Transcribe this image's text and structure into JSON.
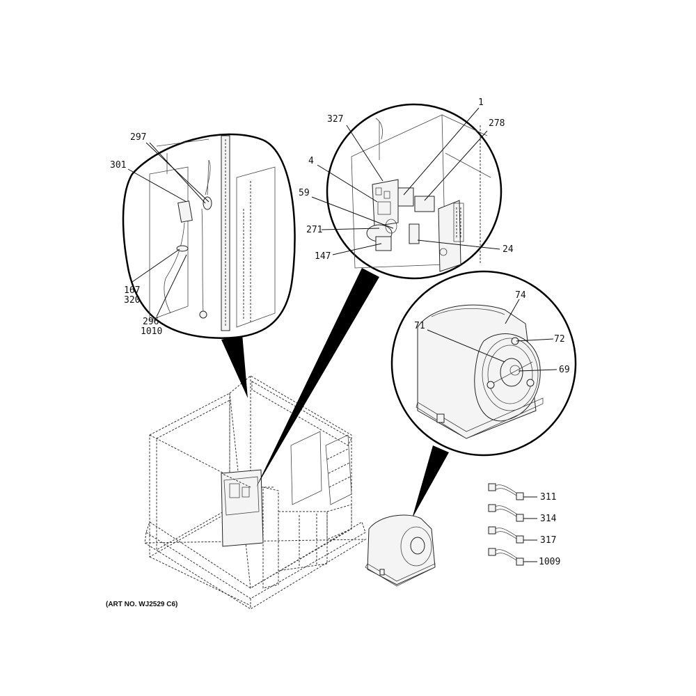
{
  "art_note": "(ART NO. WJ2529 C6)",
  "callouts": {
    "c297": "297",
    "c301": "301",
    "c167": "167",
    "c320": "320",
    "c296": "296",
    "c1010": "1010",
    "c327": "327",
    "c1": "1",
    "c278": "278",
    "c4": "4",
    "c59": "59",
    "c271": "271",
    "c147": "147",
    "c24": "24",
    "c74": "74",
    "c71": "71",
    "c72": "72",
    "c69": "69",
    "c311": "311",
    "c314": "314",
    "c317": "317",
    "c1009": "1009"
  }
}
